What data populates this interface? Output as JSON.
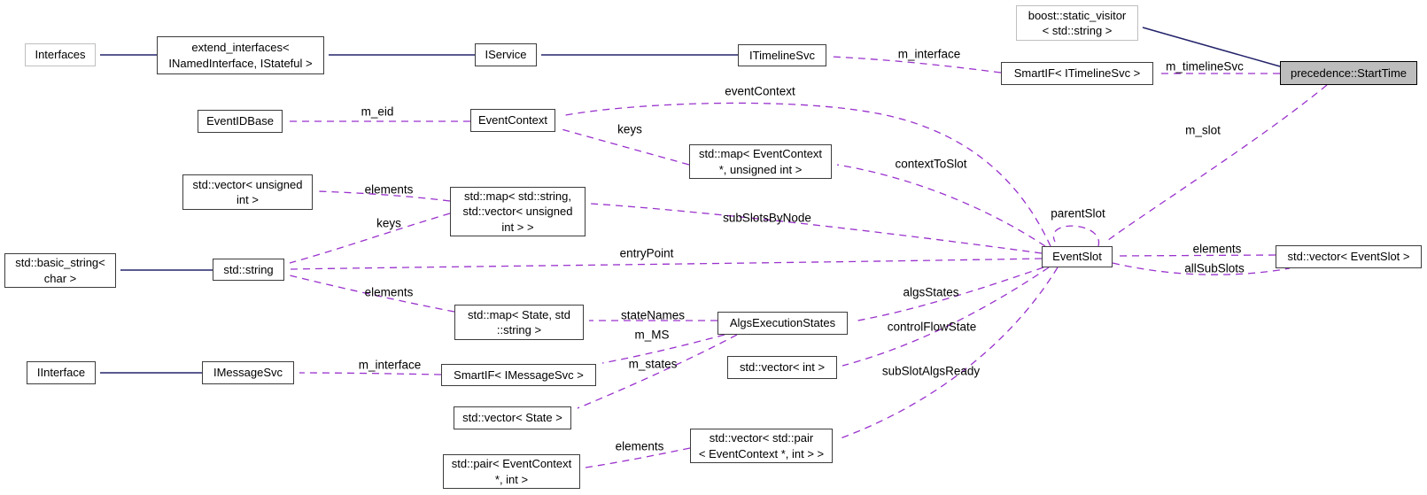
{
  "diagram": {
    "nodes": {
      "interfaces": "Interfaces",
      "extend_interfaces": "extend_interfaces<\nINamedInterface, IStateful >",
      "iservice": "IService",
      "itimelinesvc": "ITimelineSvc",
      "boost_static_visitor": "boost::static_visitor\n< std::string >",
      "smartif_itimelinesvc": "SmartIF< ITimelineSvc >",
      "precedence_starttime": "precedence::StartTime",
      "eventidbase": "EventIDBase",
      "eventcontext": "EventContext",
      "map_eventcontext_uint": "std::map< EventContext\n*, unsigned int >",
      "vector_unsigned_int": "std::vector< unsigned\nint >",
      "map_string_vector": "std::map< std::string,\nstd::vector< unsigned\nint > >",
      "std_string": "std::string",
      "basic_string": "std::basic_string<\nchar >",
      "eventslot": "EventSlot",
      "vector_eventslot": "std::vector< EventSlot >",
      "map_state_string": "std::map< State, std\n::string >",
      "algsexecutionstates": "AlgsExecutionStates",
      "smartif_imessagesvc": "SmartIF< IMessageSvc >",
      "iinterface": "IInterface",
      "imessagesvc": "IMessageSvc",
      "vector_int": "std::vector< int >",
      "vector_state": "std::vector< State >",
      "vector_pair": "std::vector< std::pair\n< EventContext *, int > >",
      "pair_eventcontext_int": "std::pair< EventContext\n*, int >"
    },
    "edge_labels": {
      "m_interface_timeline": "m_interface",
      "m_timelineSvc": "m_timelineSvc",
      "m_slot": "m_slot",
      "parentSlot": "parentSlot",
      "m_eid": "m_eid",
      "eventContext": "eventContext",
      "keys_eventcontext": "keys",
      "contextToSlot": "contextToSlot",
      "elements_vector_unsigned": "elements",
      "keys_string": "keys",
      "subSlotsByNode": "subSlotsByNode",
      "entryPoint": "entryPoint",
      "elements_string": "elements",
      "stateNames": "stateNames",
      "m_MS": "m_MS",
      "m_states": "m_states",
      "m_interface_message": "m_interface",
      "algsStates": "algsStates",
      "controlFlowState": "controlFlowState",
      "subSlotAlgsReady": "subSlotAlgsReady",
      "elements_pair": "elements",
      "elements_eventslot": "elements",
      "allSubSlots": "allSubSlots"
    },
    "colors": {
      "usage_edge": "#9a32cd",
      "inheritance_edge": "#23236b",
      "node_border": "#3c3c3c",
      "external_node_border": "#bfbfbf",
      "current_node_fill": "#bdbdbd",
      "background": "#ffffff"
    }
  }
}
